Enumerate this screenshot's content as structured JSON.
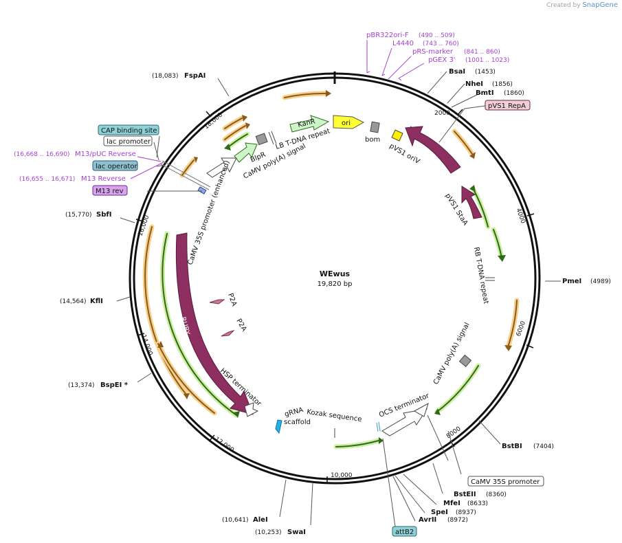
{
  "credit": {
    "prefix": "Created by",
    "brand": "SnapGene"
  },
  "plasmid": {
    "name": "WEwus",
    "size": "19,820 bp"
  },
  "ticks": [
    "2000",
    "4000",
    "6000",
    "8000",
    "10,000",
    "12,000",
    "14,000",
    "16,000",
    "18,000"
  ],
  "sites": [
    {
      "name": "BsaI",
      "pos": "(1453)"
    },
    {
      "name": "NheI",
      "pos": "(1856)"
    },
    {
      "name": "BmtI",
      "pos": "(1860)"
    },
    {
      "name": "PmeI",
      "pos": "(4989)"
    },
    {
      "name": "BstBI",
      "pos": "(7404)"
    },
    {
      "name": "BstEII",
      "pos": "(8360)"
    },
    {
      "name": "MfeI",
      "pos": "(8633)"
    },
    {
      "name": "SpeI",
      "pos": "(8937)"
    },
    {
      "name": "AvrII",
      "pos": "(8972)"
    },
    {
      "name": "SwaI",
      "pos": "(10,253)"
    },
    {
      "name": "AleI",
      "pos": "(10,641)"
    },
    {
      "name": "BspEI *",
      "pos": "(13,374)"
    },
    {
      "name": "KflI",
      "pos": "(14,564)"
    },
    {
      "name": "SbfI",
      "pos": "(15,770)"
    },
    {
      "name": "FspAI",
      "pos": "(18,083)"
    }
  ],
  "primers": [
    {
      "name": "pBR322ori-F",
      "pos": "(490 .. 509)"
    },
    {
      "name": "L4440",
      "pos": "(743 .. 760)"
    },
    {
      "name": "pRS-marker",
      "pos": "(841 .. 860)"
    },
    {
      "name": "pGEX 3'",
      "pos": "(1001 .. 1023)"
    },
    {
      "name": "M13/pUC Reverse",
      "pos": "(16,668 .. 16,690)"
    },
    {
      "name": "M13 Reverse",
      "pos": "(16,655 .. 16,671)"
    }
  ],
  "boxes": {
    "pvs1repa": "pVS1 RepA",
    "cap": "CAP binding site",
    "lacpromoter": "lac promoter",
    "lacoperator": "lac operator",
    "m13rev": "M13 rev",
    "camv35s": "CaMV 35S promoter",
    "attb2": "attB2"
  },
  "features": {
    "kanr": "KanR",
    "ori": "ori",
    "bom": "bom",
    "pvs1oriv": "pVS1 oriV",
    "pvs1staa": "pVS1 StaA",
    "lb": "LB T-DNA repeat",
    "blpr": "BlpR",
    "camvpa1": "CaMV poly(A) signal",
    "camv35senh": "CaMV 35S promoter (enhanced)",
    "ruby": "RUBY",
    "p2a1": "P2A",
    "p2a2": "P2A",
    "rb": "RB T-DNA repeat",
    "camvpa2": "CaMV poly(A) signal",
    "ocs": "OCS terminator",
    "kozak": "Kozak sequence",
    "grna": "gRNA scaffold",
    "hsp": "HSP terminator"
  }
}
